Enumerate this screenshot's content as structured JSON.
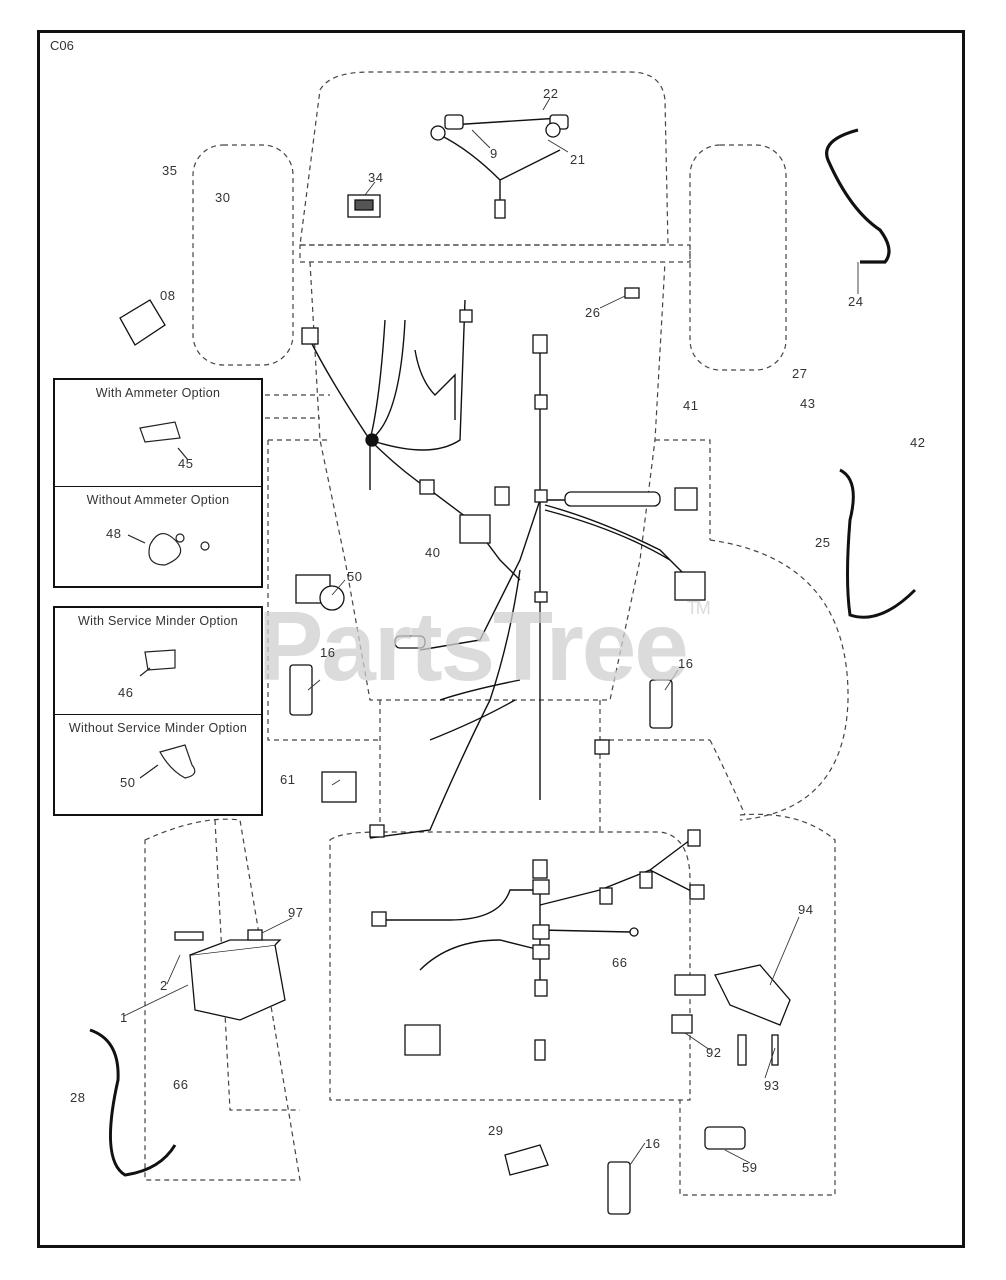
{
  "page_code": "C06",
  "watermark": {
    "text": "PartsTree",
    "mark": "TM"
  },
  "insets": {
    "ammeter": {
      "with_title": "With Ammeter Option",
      "without_title": "Without Ammeter Option"
    },
    "service_minder": {
      "with_title": "With Service Minder Option",
      "without_title": "Without Service Minder Option"
    }
  },
  "callouts": {
    "c22": "22",
    "c9": "9",
    "c21": "21",
    "c34": "34",
    "c35": "35",
    "c30": "30",
    "c08": "08",
    "c24": "24",
    "c26": "26",
    "c27": "27",
    "c41": "41",
    "c43": "43",
    "c42": "42",
    "c45": "45",
    "c48": "48",
    "c40": "40",
    "c25": "25",
    "c50a": "50",
    "c16a": "16",
    "c16b": "16",
    "c46": "46",
    "c50b": "50",
    "c61": "61",
    "c97": "97",
    "c2": "2",
    "c1": "1",
    "c66a": "66",
    "c66b": "66",
    "c94": "94",
    "c92": "92",
    "c93": "93",
    "c28": "28",
    "c29": "29",
    "c16c": "16",
    "c59": "59"
  },
  "colors": {
    "line": "#111111",
    "dashed": "#444444",
    "watermark": "#cfcfcf"
  }
}
